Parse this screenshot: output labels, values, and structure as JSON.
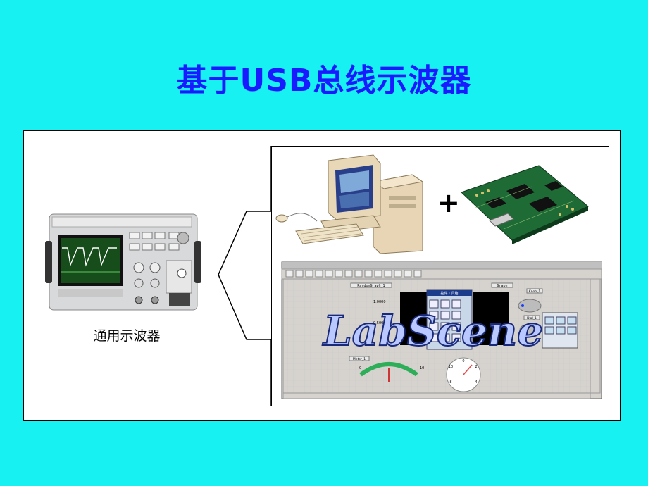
{
  "slide": {
    "title": "基于USB总线示波器",
    "oscilloscope_caption": "通用示波器",
    "plus": "+",
    "software_logo": "LabScene",
    "software_panel_labels": {
      "graph_left": "RandomGraph_1",
      "graph_right": "Graph",
      "knob_1": "Knob_1",
      "knob_2": "Dial_1",
      "toolbox": "控件工具箱",
      "meter": "Meter_1",
      "value_top": "1.0000",
      "value_mid": "0.5000",
      "axis_0": "0",
      "axis_10": "10"
    }
  },
  "colors": {
    "background": "#17f1f1",
    "title": "#1a1aff",
    "frame": "#ffffff"
  }
}
